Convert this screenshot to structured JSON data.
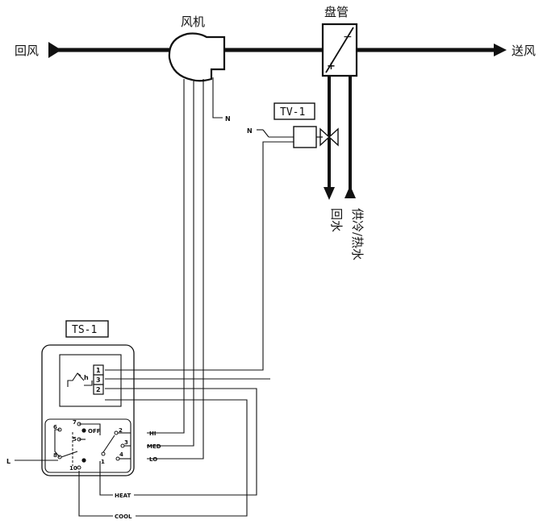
{
  "labels": {
    "return_air": "回风",
    "supply_air": "送风",
    "fan": "风机",
    "coil": "盘管",
    "valve_tag": "TV-1",
    "thermostat_tag": "TS-1",
    "neutral": "N",
    "line": "L",
    "return_water": "回水",
    "supply_water": "供冷/热水",
    "coil_minus": "−",
    "coil_plus": "+"
  },
  "thermostat": {
    "terminals": [
      "1",
      "3",
      "2"
    ],
    "speed_outputs": [
      "HI",
      "MED",
      "LO"
    ],
    "mode_outputs": [
      "HEAT",
      "COOL"
    ],
    "switch_positions": [
      "OFF"
    ],
    "switch_points": [
      "6",
      "7",
      "5",
      "8",
      "10",
      "2",
      "3",
      "4",
      "1"
    ]
  }
}
